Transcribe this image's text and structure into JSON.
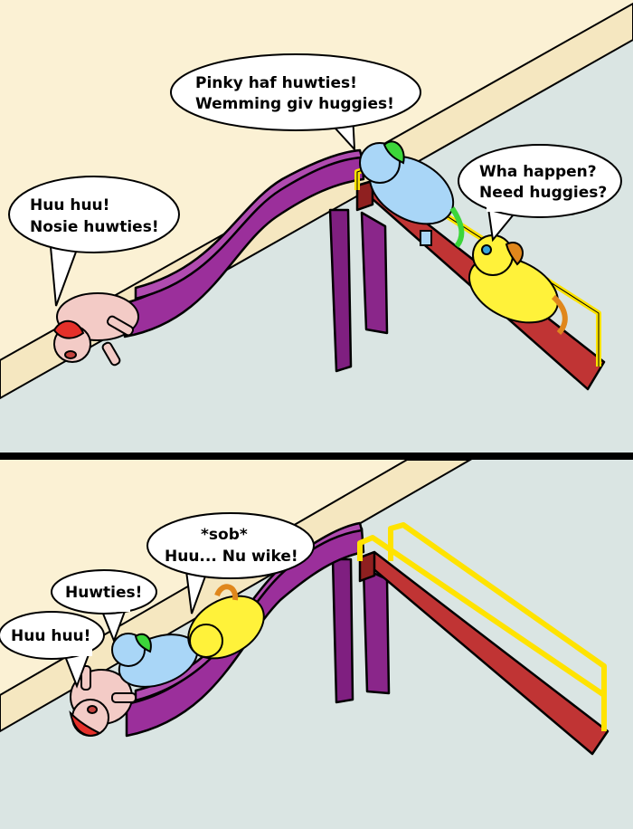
{
  "panels": [
    {
      "bubbles": [
        {
          "speaker": "pink",
          "lines": [
            "Huu huu!",
            "Nosie huwties!"
          ]
        },
        {
          "speaker": "blue",
          "lines": [
            "Pinky haf huwties!",
            "Wemming giv huggies!"
          ]
        },
        {
          "speaker": "yellow",
          "lines": [
            "Wha happen?",
            "Need huggies?"
          ]
        }
      ]
    },
    {
      "bubbles": [
        {
          "speaker": "pink",
          "lines": [
            "Huu huu!"
          ]
        },
        {
          "speaker": "blue",
          "lines": [
            "Huwties!"
          ]
        },
        {
          "speaker": "yellow",
          "lines": [
            "*sob*",
            "Huu... Nu wike!"
          ]
        }
      ]
    }
  ],
  "colors": {
    "wall": "#fbf1d4",
    "floor": "#dae5e3",
    "slide_purple": "#9b2f9b",
    "ramp_red": "#c03434",
    "rail_yellow": "#ffe300",
    "pink_pony": "#f3cbc6",
    "blue_pony": "#a9d6f7",
    "yellow_pony": "#fff23a",
    "green_mane": "#3cd63a",
    "orange_tail": "#e0871c",
    "red_mane": "#e5302a"
  }
}
